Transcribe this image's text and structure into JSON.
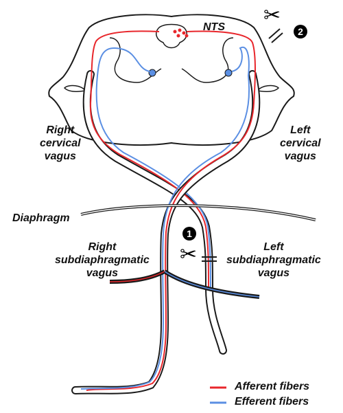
{
  "labels": {
    "nts": "NTS",
    "right_cervical": [
      "Right",
      "cervical",
      "vagus"
    ],
    "left_cervical": [
      "Left",
      "cervical",
      "vagus"
    ],
    "diaphragm": "Diaphragm",
    "right_subdiaphragmatic": [
      "Right",
      "subdiaphragmatic",
      "vagus"
    ],
    "left_subdiaphragmatic": [
      "Left",
      "subdiaphragmatic",
      "vagus"
    ]
  },
  "cuts": {
    "cut1_number": "1",
    "cut2_number": "2",
    "icon": "scissors-icon"
  },
  "legend": {
    "items": [
      {
        "label": "Afferent fibers",
        "color": "#e8262b"
      },
      {
        "label": "Efferent fibers",
        "color": "#5b8fe3"
      }
    ]
  },
  "colors": {
    "afferent": "#e8262b",
    "efferent": "#5b8fe3",
    "outline": "#1a1a1a"
  }
}
